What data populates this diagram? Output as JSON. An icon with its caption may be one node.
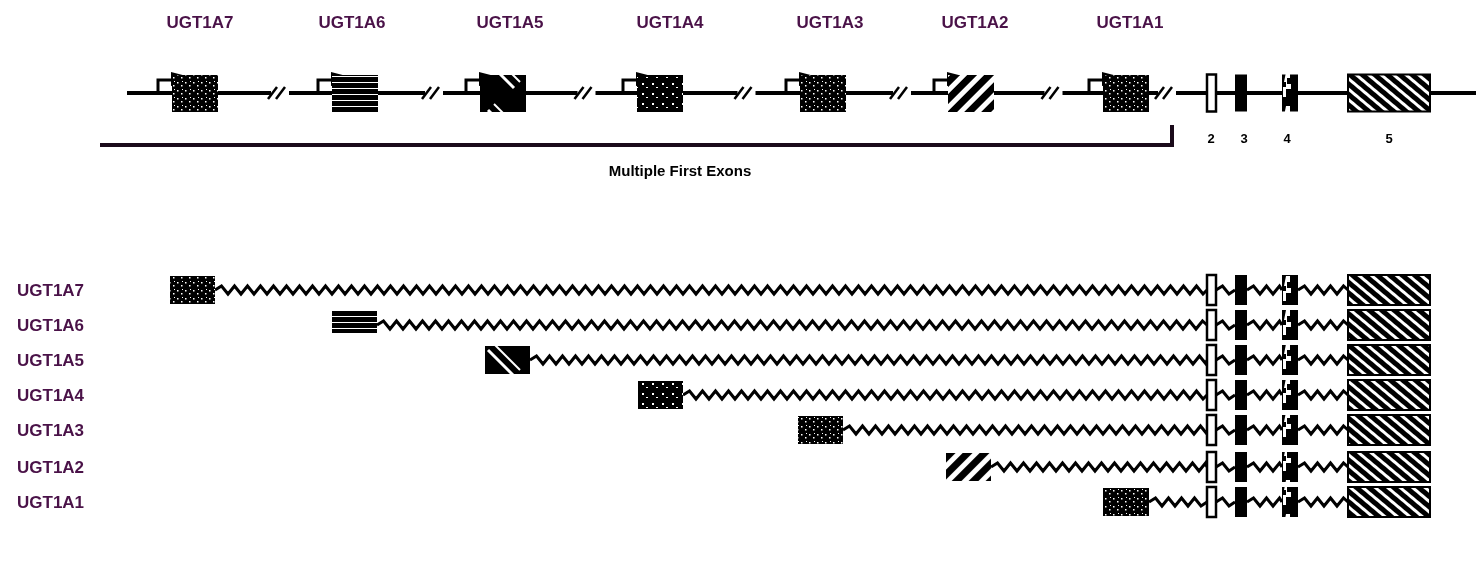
{
  "diagram": {
    "labels": [
      "UGT1A7",
      "UGT1A6",
      "UGT1A5",
      "UGT1A4",
      "UGT1A3",
      "UGT1A2",
      "UGT1A1",
      "2",
      "3",
      "4",
      "5",
      "Multiple First Exons",
      "UGT1A7",
      "UGT1A6",
      "UGT1A5",
      "UGT1A4",
      "UGT1A3",
      "UGT1A2",
      "UGT1A1"
    ]
  }
}
